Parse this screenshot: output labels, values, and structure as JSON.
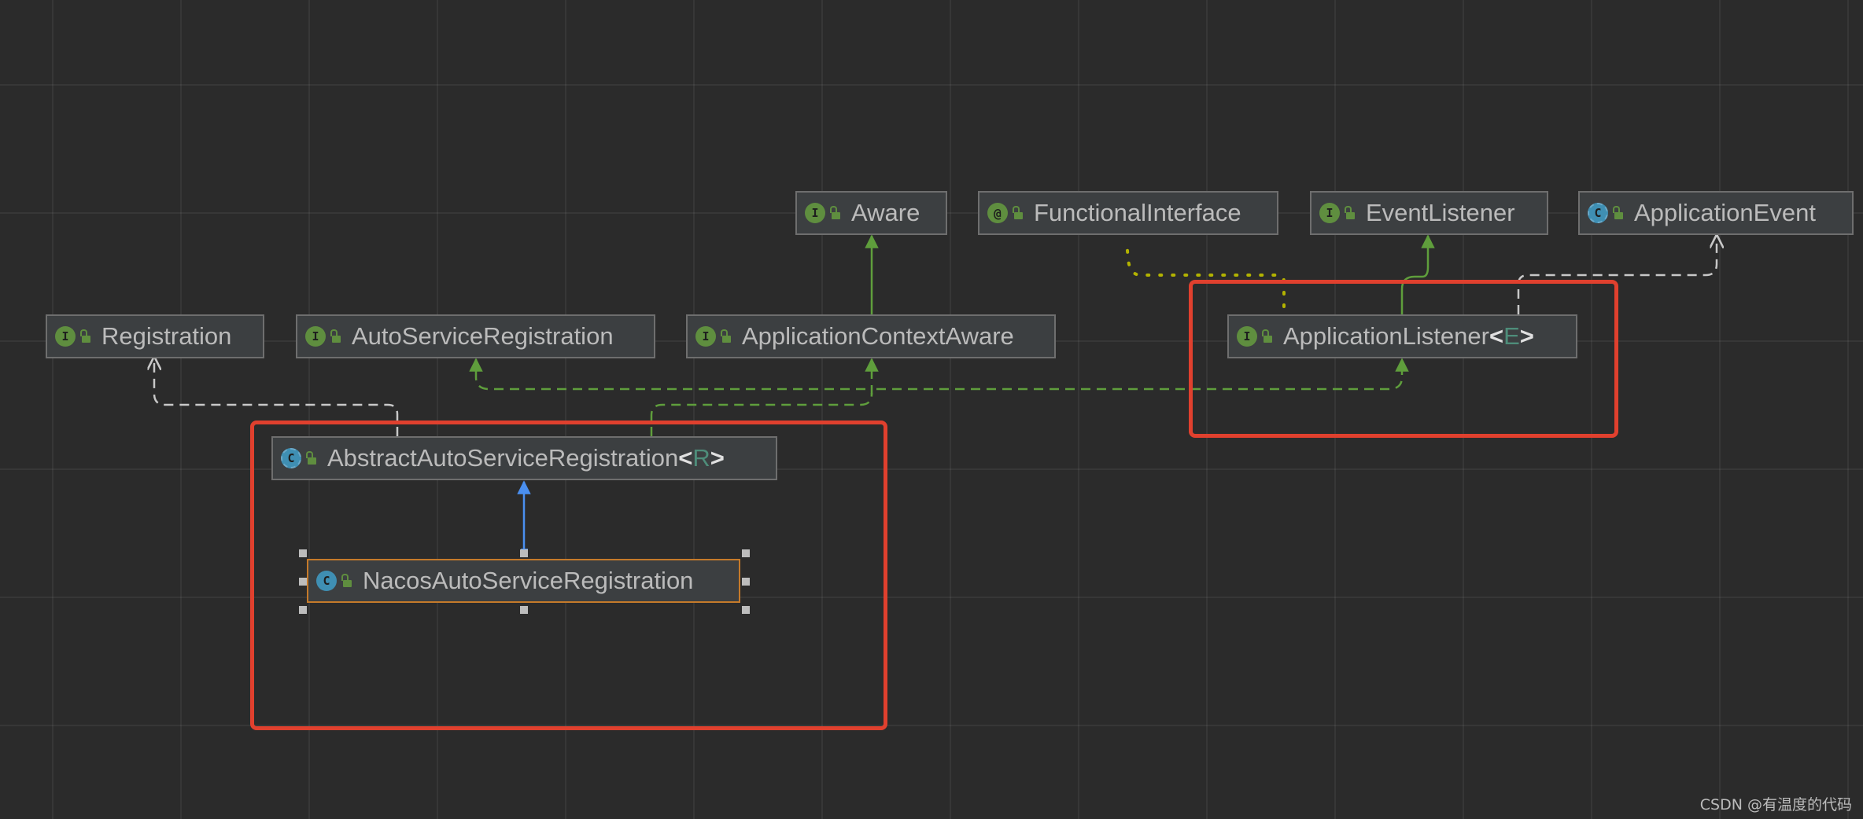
{
  "nodes": [
    {
      "id": "aware",
      "badge": "I",
      "name": "Aware",
      "type_param": ""
    },
    {
      "id": "functional_interface",
      "badge": "@",
      "name": "FunctionalInterface",
      "type_param": ""
    },
    {
      "id": "event_listener",
      "badge": "I",
      "name": "EventListener",
      "type_param": ""
    },
    {
      "id": "application_event",
      "badge": "C",
      "name": "ApplicationEvent",
      "type_param": ""
    },
    {
      "id": "registration",
      "badge": "I",
      "name": "Registration",
      "type_param": ""
    },
    {
      "id": "auto_service_registration",
      "badge": "I",
      "name": "AutoServiceRegistration",
      "type_param": ""
    },
    {
      "id": "application_context_aware",
      "badge": "I",
      "name": "ApplicationContextAware",
      "type_param": ""
    },
    {
      "id": "application_listener",
      "badge": "I",
      "name": "ApplicationListener",
      "type_param": "E"
    },
    {
      "id": "abstract_auto_service_registration",
      "badge": "C",
      "name": "AbstractAutoServiceRegistration",
      "type_param": "R"
    },
    {
      "id": "nacos_auto_service_registration",
      "badge": "C",
      "name": "NacosAutoServiceRegistration",
      "type_param": ""
    }
  ],
  "generic_open": "<",
  "generic_close": ">",
  "colors": {
    "background": "#2b2b2b",
    "node_fill": "#3c3f41",
    "node_border": "#6e6e6e",
    "selected_border": "#c57a2a",
    "highlight": "#e0402e",
    "extends_arrow": "#5f9e3c",
    "implements_dashed": "#5f9e3c",
    "dependency_dashed": "#c8c8c8",
    "inheritance_selected": "#4a8ff0",
    "annotation_dotted": "#b3b300"
  },
  "watermark": "CSDN @有温度的代码"
}
